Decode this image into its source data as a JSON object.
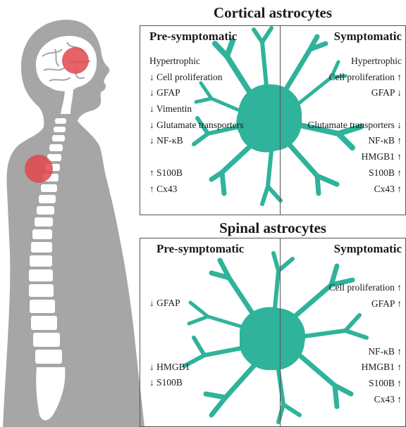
{
  "cortical": {
    "title": "Cortical astrocytes",
    "pre": {
      "heading": "Pre-symptomatic",
      "items": [
        "Hypertrophic",
        "↓ Cell proliferation",
        "↓ GFAP",
        "↓ Vimentin",
        "↓ Glutamate transporters",
        "↓ NF-κB",
        "",
        "↑ S100B",
        "↑ Cx43"
      ]
    },
    "sym": {
      "heading": "Symptomatic",
      "items": [
        "Hypertrophic",
        "Cell proliferation ↑",
        "GFAP ↓",
        "",
        "Glutamate transporters ↓",
        "NF-κB ↑",
        "HMGB1 ↑",
        "S100B ↑",
        "Cx43 ↑"
      ]
    }
  },
  "spinal": {
    "title": "Spinal astrocytes",
    "pre": {
      "heading": "Pre-symptomatic",
      "items": [
        "↓ GFAP",
        "",
        "",
        "",
        "↓ HMGB1",
        "↓ S100B"
      ]
    },
    "sym": {
      "heading": "Symptomatic",
      "items": [
        "Cell proliferation ↑",
        "GFAP ↑",
        "",
        "",
        "NF-κB ↑",
        "HMGB1 ↑",
        "S100B ↑",
        "Cx43 ↑"
      ]
    }
  },
  "colors": {
    "astrocyte": "#2fb39a",
    "body_silhouette": "#a8a8a8",
    "highlight": "#e0474c"
  }
}
